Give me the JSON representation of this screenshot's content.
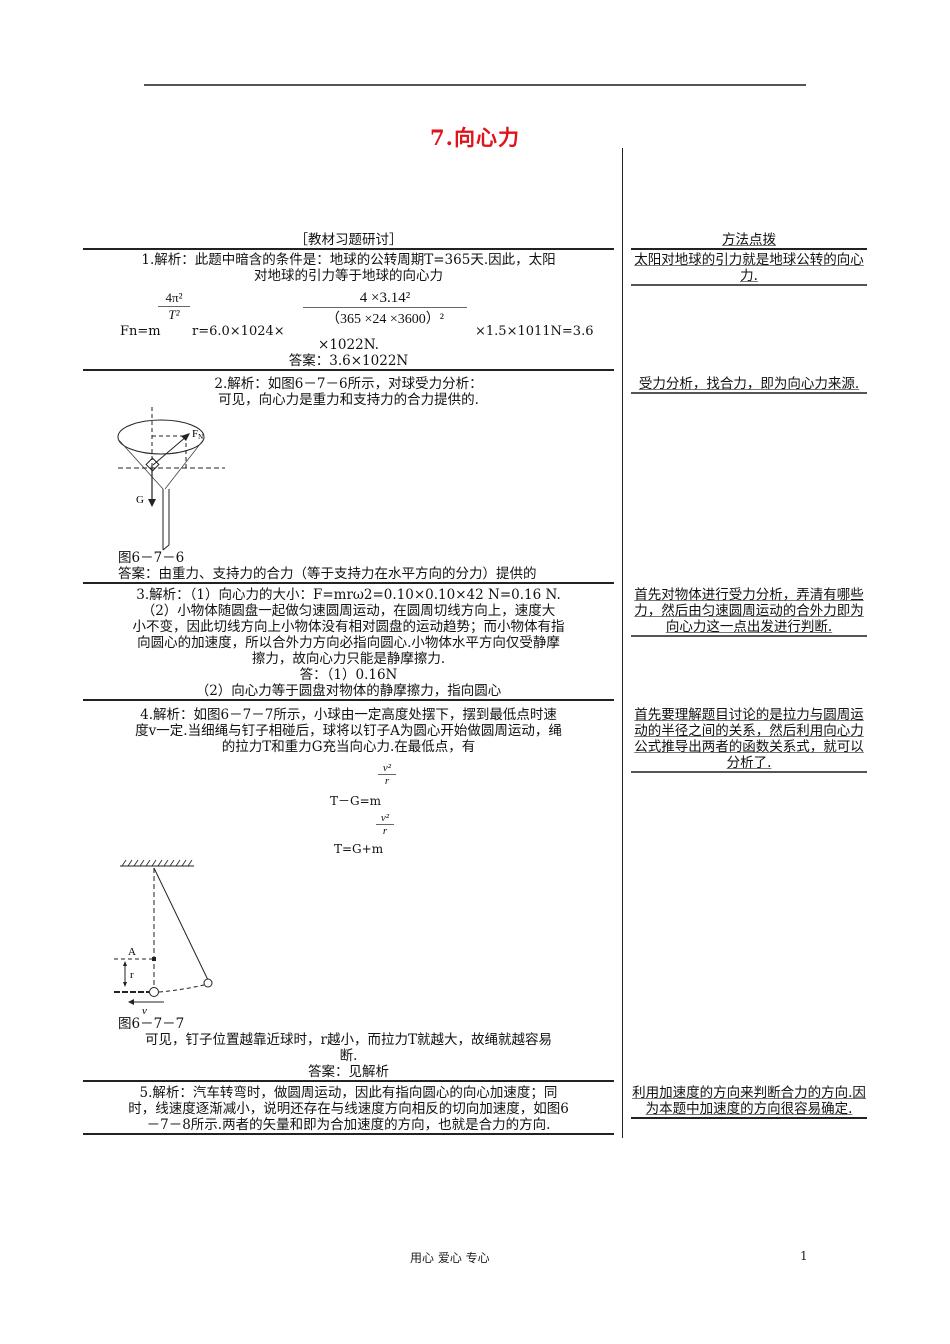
{
  "page": {
    "title": "7.向心力",
    "footer_left": "用心  爱心  专心",
    "page_number": "1",
    "accent_color": "#e0121a"
  },
  "left_header": "［教材习题研讨］",
  "right_header": "方法点拨",
  "items": [
    {
      "id": 1,
      "lines": [
        "1.解析：此题中暗含的条件是：地球的公转周期T=365天.因此，太阳",
        "对地球的引力等于地球的向心力"
      ],
      "formula": {
        "prefix": "Fn=m",
        "frac1_num": "4π²",
        "frac1_den": "T²",
        "mid": "r=6.0×1024×",
        "frac2_num": "4 ×3.14²",
        "frac2_den": "（365 ×24 ×3600）²",
        "suffix": "×1.5×1011N=3.6",
        "continuation": "×1022N."
      },
      "answer": "答案：3.6×1022N",
      "tip": "太阳对地球的引力就是地球公转的向心力."
    },
    {
      "id": 2,
      "lines": [
        "2.解析：如图6－7－6所示，对球受力分析：",
        "可见，向心力是重力和支持力的合力提供的."
      ],
      "figure": {
        "caption": "图6－7－6",
        "label_fn": "F",
        "label_fn_sub": "N",
        "label_g": "G"
      },
      "answer": "答案：由重力、支持力的合力（等于支持力在水平方向的分力）提供的",
      "tip": "受力分析，找合力，即为向心力来源."
    },
    {
      "id": 3,
      "lines": [
        "3.解析：（1）向心力的大小：F=mrω2=0.10×0.10×42 N=0.16 N.",
        "（2）小物体随圆盘一起做匀速圆周运动，在圆周切线方向上，速度大",
        "小不变，因此切线方向上小物体没有相对圆盘的运动趋势；而小物体有指",
        "向圆心的加速度，所以合外力方向必指向圆心.小物体水平方向仅受静摩",
        "擦力，故向心力只能是静摩擦力."
      ],
      "answer_lines": [
        "答：（1）0.16N",
        "（2）向心力等于圆盘对物体的静摩擦力，指向圆心"
      ],
      "tip": "首先对物体进行受力分析，弄清有哪些力，然后由匀速圆周运动的合外力即为向心力这一点出发进行判断."
    },
    {
      "id": 4,
      "lines": [
        "4.解析：如图6－7－7所示，小球由一定高度处摆下，摆到最低点时速",
        "度v一定.当细绳与钉子相碰后，球将以钉子A为圆心开始做圆周运动，绳",
        "的拉力T和重力G充当向心力.在最低点，有"
      ],
      "eq1": {
        "lhs": "T－G=m",
        "num": "v²",
        "den": "r"
      },
      "eq2": {
        "lhs": "T=G+m",
        "num": "v²",
        "den": "r"
      },
      "figure": {
        "caption": "图6－7－7",
        "label_a": "A",
        "label_r": "r",
        "label_v": "v"
      },
      "conclusion_lines": [
        "可见，钉子位置越靠近球时，r越小，而拉力T就越大，故绳就越容易",
        "断."
      ],
      "answer": "答案：见解析",
      "tip": "首先要理解题目讨论的是拉力与圆周运动的半径之间的关系，然后利用向心力公式推导出两者的函数关系式，就可以分析了."
    },
    {
      "id": 5,
      "lines": [
        "5.解析：汽车转弯时，做圆周运动，因此有指向圆心的向心加速度；同",
        "时，线速度逐渐减小，说明还存在与线速度方向相反的切向加速度，如图6",
        "－7－8所示.两者的矢量和即为合加速度的方向，也就是合力的方向."
      ],
      "tip": "利用加速度的方向来判断合力的方向.因为本题中加速度的方向很容易确定."
    }
  ]
}
